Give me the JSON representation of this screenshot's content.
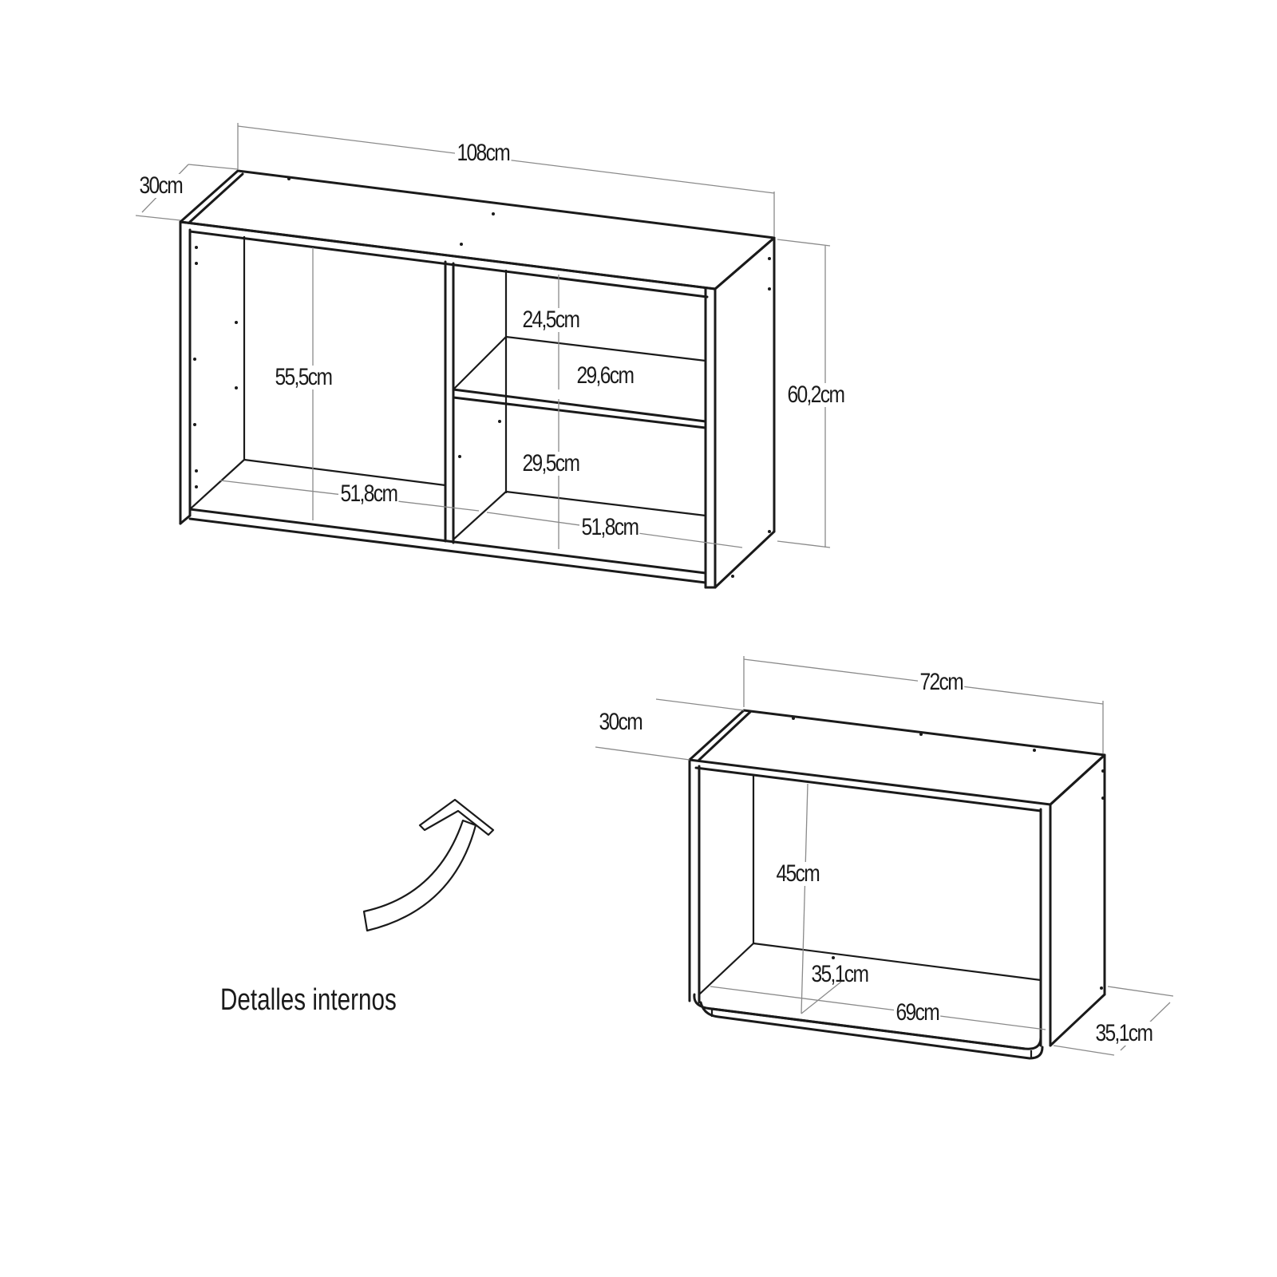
{
  "diagram": {
    "caption": "Detalles internos",
    "arrow_icon": "curved-arrow-up-right",
    "line_color": "#1a1a1a",
    "dimension_line_color": "#8a8a8a",
    "background": "#ffffff"
  },
  "large_cabinet": {
    "width": "108cm",
    "depth": "30cm",
    "height": "60,2cm",
    "left_compartment_height": "55,5cm",
    "left_compartment_width": "51,8cm",
    "right_top_compartment_height": "24,5cm",
    "shelf_depth": "29,6cm",
    "right_bottom_compartment_height": "29,5cm",
    "right_compartment_width": "51,8cm"
  },
  "small_cabinet": {
    "width": "72cm",
    "depth": "30cm",
    "interior_height": "45cm",
    "interior_depth": "35,1cm",
    "interior_width": "69cm",
    "base_depth": "35,1cm"
  }
}
